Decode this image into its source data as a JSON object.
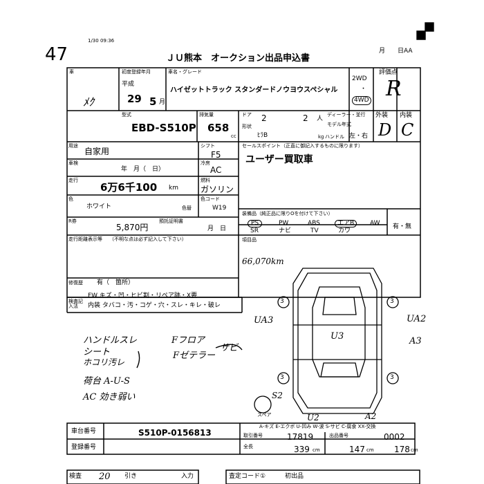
{
  "sheet": {
    "corner_number": "47",
    "timestamp": "1/30 09:36",
    "title": "ＪＵ熊本　オークション出品申込書",
    "date_month_label": "月",
    "date_day_label": "日AA"
  },
  "header": {
    "car_name_label": "車名・グレード",
    "car_name": "ハイゼットトラック スタンダードノウヨウスペシャル",
    "first_reg_label": "初度登録年月",
    "era": "平成",
    "year": "29",
    "month": "5",
    "month_unit": "月",
    "handwritten_maker": "ﾒｸ",
    "model_label": "型式",
    "model_code": "EBD-S510P",
    "displacement_label": "排気量",
    "displacement": "658",
    "displacement_unit": "cc",
    "doors_label": "ドア",
    "doors": "2",
    "seats": "2",
    "seats_unit": "人",
    "shape_label": "形状",
    "shape": "ﾋﾗB",
    "kg_label": "kg",
    "handle_label": "ハンドル",
    "handle_options": "左・右",
    "drive_2wd": "2WD",
    "drive_dot": "・",
    "drive_4wd": "4WD",
    "dealer_label": "ディーラー・並行",
    "model_year_label": "モデル年式",
    "grade_label": "評価点",
    "grade": "R",
    "exterior_label": "外装",
    "interior_label": "内装",
    "exterior_grade": "D",
    "interior_grade": "C"
  },
  "specs": {
    "usage_label": "用途",
    "usage": "自家用",
    "shift_label": "シフト",
    "shift": "F5",
    "inspection_label": "車検",
    "inspection": "年　月（　日）",
    "ac_label": "冷房",
    "ac": "AC",
    "mileage_label": "走行",
    "mileage": "6万6千100",
    "mileage_unit": "km",
    "fuel_label": "燃料",
    "fuel": "ガソリン",
    "color_label": "色",
    "color": "ホワイト",
    "color_code_label": "色コード",
    "color_code": "W19",
    "color_rep_label": "色替",
    "recycle_label": "R券",
    "recycle": "5,870円",
    "recycle_date_label": "預託証明書",
    "recycle_date": "月　日"
  },
  "sales_point": {
    "label": "セールスポイント（正直に御記入するものに限ります）",
    "text": "ユーザー買取車"
  },
  "equipment": {
    "label": "装備品（純正品に限りOを付けて下さい）",
    "row1": [
      "PS",
      "PW",
      "ABS",
      "エアB",
      "AW"
    ],
    "row2": [
      "SR",
      "ナビ",
      "TV",
      "カワ"
    ],
    "leather_label": "有・無"
  },
  "remarks": {
    "label": "項目品",
    "handwritten_mileage": "66,070km",
    "history_label": "走行距離表示等",
    "history_sub": "（不明な点は必ず記入して下さい）",
    "repair_label": "修復歴",
    "repair": "有（　箇所）"
  },
  "legend": {
    "label": "検査記入法",
    "row1": "FW キズ・凹・ヒビ割・リペア跡・X要",
    "row2": "内装 タバコ・汚・コゲ・穴・スレ・キレ・破レ"
  },
  "notes": {
    "handle": "ハンドルスレ",
    "seat": "シート",
    "tear": "ホコリ汚レ",
    "front_floor": "Fフロア",
    "front_seat": "Fゼテラー",
    "rust": "サビ",
    "bed": "荷台 A-U-S",
    "ac": "AC 効き弱い"
  },
  "diagram": {
    "marks": [
      "UA3",
      "UA2",
      "A3",
      "U3",
      "U2",
      "A2",
      "S2"
    ],
    "spare": "スペア",
    "legend_text": "A-キズ E-エクボ U-凹み W-波 S-サビ C-腐食 XX-交換"
  },
  "footer": {
    "chassis_label": "車台番号",
    "chassis": "S510P-0156813",
    "reg_label": "登録番号",
    "trade_no_label": "取引番号",
    "trade_no": "17819",
    "recycle_no_label": "出品番号",
    "recycle_no": "0002",
    "length_label": "全長",
    "length": "339",
    "width": "147",
    "height": "178",
    "cm": "cm",
    "bottom_left": "検査",
    "bottom_20": "20",
    "bottom_mid": "引き",
    "bottom_input": "入力",
    "bottom_right_label": "査定コード①",
    "bottom_right": "初出品"
  }
}
